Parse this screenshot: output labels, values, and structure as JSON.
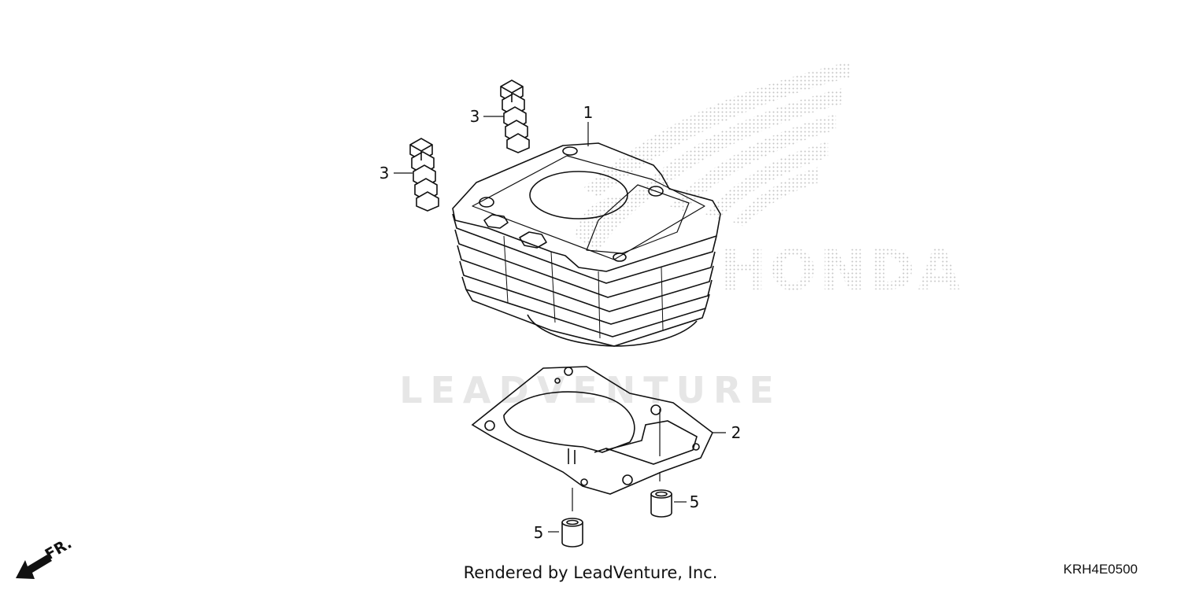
{
  "watermark": {
    "text": "LEADVENTURE",
    "brand": "HONDA"
  },
  "callouts": [
    {
      "id": "cylinder",
      "label": "1"
    },
    {
      "id": "gasket",
      "label": "2"
    },
    {
      "id": "piston-ring-set-a",
      "label": "3"
    },
    {
      "id": "piston-ring-set-b",
      "label": "3"
    },
    {
      "id": "dowel-pin-a",
      "label": "5"
    },
    {
      "id": "dowel-pin-b",
      "label": "5"
    }
  ],
  "direction_indicator": {
    "label": "FR."
  },
  "footer": {
    "caption": "Rendered by LeadVenture, Inc.",
    "code": "KRH4E0500"
  },
  "colors": {
    "line": "#111111",
    "watermark": "#e6e6e6",
    "brand_dots": "#c8c8c8"
  }
}
